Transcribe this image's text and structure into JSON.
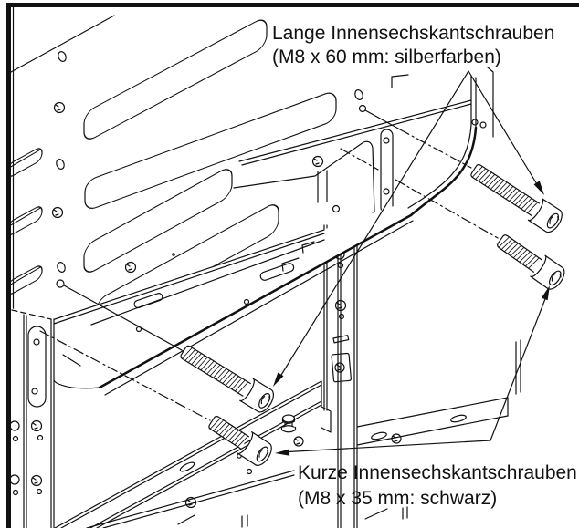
{
  "figure": {
    "type": "technical-assembly-diagram",
    "subject": "Montage der Innensechskantschrauben am Geraeterahmen",
    "colors": {
      "ink": "#111111",
      "background": "#ffffff"
    },
    "labels": {
      "long_screws": {
        "line1": "Lange Innensechskantschrauben",
        "line2": "(M8 x 60 mm: silberfarben)"
      },
      "short_screws": {
        "line1": "Kurze Innensechskantschrauben",
        "line2": "(M8 x 35 mm: schwarz)"
      }
    },
    "parts": {
      "long_screw_count": 2,
      "short_screw_count": 2,
      "long_screw_spec": "M8 x 60 mm",
      "long_screw_finish": "silberfarben",
      "short_screw_spec": "M8 x 35 mm",
      "short_screw_finish": "schwarz"
    }
  }
}
